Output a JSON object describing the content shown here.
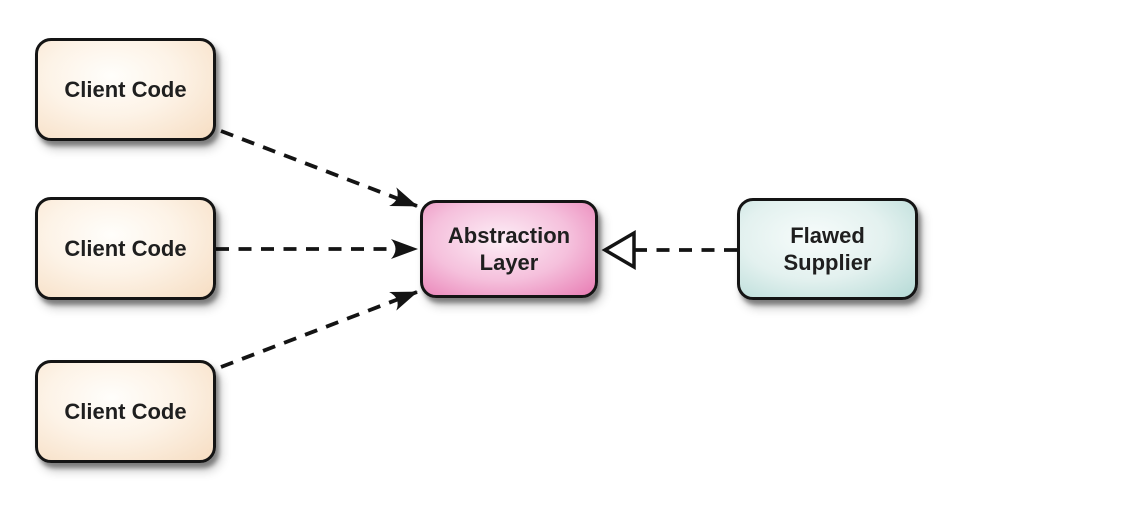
{
  "diagram": {
    "background_color": "#ffffff",
    "border_color": "#141414",
    "text_color": "#1f1f1f",
    "nodes": {
      "client1": {
        "label": "Client Code",
        "fill_edge": "#f6ddc2",
        "fill_center": "#fffefb"
      },
      "client2": {
        "label": "Client Code",
        "fill_edge": "#f6ddc2",
        "fill_center": "#fffefb"
      },
      "client3": {
        "label": "Client Code",
        "fill_edge": "#f6ddc2",
        "fill_center": "#fffefb"
      },
      "abstraction": {
        "line1": "Abstraction",
        "line2": "Layer",
        "fill_edge": "#e87cb3",
        "fill_center": "#fdeef6"
      },
      "supplier": {
        "line1": "Flawed",
        "line2": "Supplier",
        "fill_edge": "#b5dad6",
        "fill_center": "#f7fcfb"
      }
    },
    "edges": [
      {
        "from": "client1",
        "to": "abstraction",
        "line": "dashed",
        "head": "filled-arrow"
      },
      {
        "from": "client2",
        "to": "abstraction",
        "line": "dashed",
        "head": "filled-arrow"
      },
      {
        "from": "client3",
        "to": "abstraction",
        "line": "dashed",
        "head": "filled-arrow"
      },
      {
        "from": "supplier",
        "to": "abstraction",
        "line": "dashed",
        "head": "hollow-triangle"
      }
    ]
  }
}
